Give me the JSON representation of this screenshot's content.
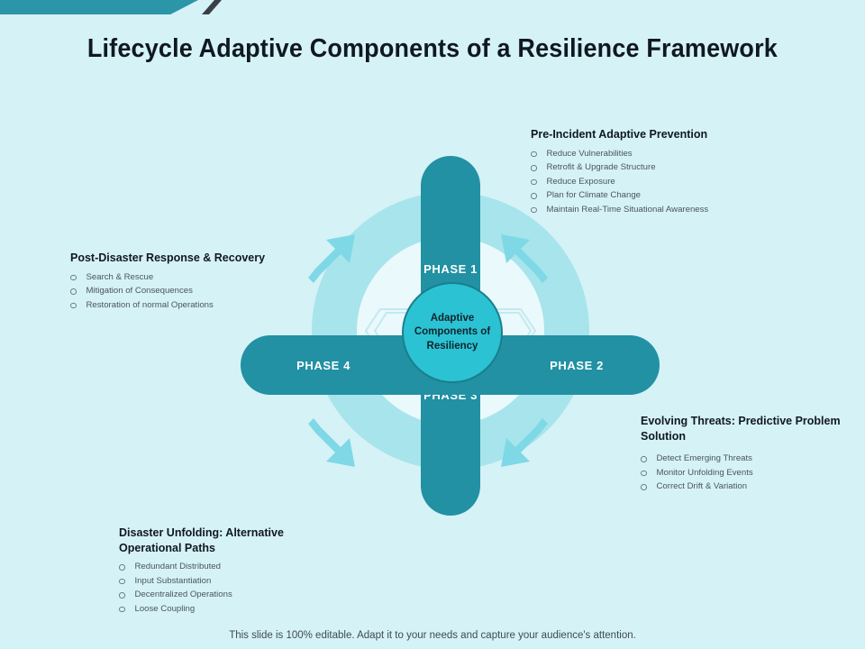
{
  "slide": {
    "title": "Lifecycle Adaptive Components of a Resilience Framework",
    "footer_note": "This slide is 100% editable. Adapt it to your needs and capture your audience's attention."
  },
  "colors": {
    "background": "#d5f2f7",
    "pill": "#2191a3",
    "ring_outer": "#a8e4ec",
    "ring_inner": "#eaf9fb",
    "centre": "#2bc3d4",
    "arrow": "#7fd8e6",
    "accent_bar": "#2a96a8",
    "title_text": "#101820",
    "body_text": "#4a5560"
  },
  "diagram": {
    "centre_label": "Adaptive Components of Resiliency",
    "centre_lines": [
      "Adaptive",
      "Components of",
      "Resiliency"
    ],
    "phases": [
      {
        "id": "phase-1",
        "label": "PHASE 1"
      },
      {
        "id": "phase-2",
        "label": "PHASE 2"
      },
      {
        "id": "phase-3",
        "label": "PHASE 3"
      },
      {
        "id": "phase-4",
        "label": "PHASE 4"
      }
    ]
  },
  "callouts": [
    {
      "id": "pre-incident-adaptive-prevention",
      "heading": "Pre-Incident Adaptive Prevention",
      "items": [
        "Reduce Vulnerabilities",
        "Retrofit & Upgrade Structure",
        "Reduce Exposure",
        "Plan for Climate Change",
        "Maintain Real-Time Situational Awareness"
      ]
    },
    {
      "id": "post-disaster-response-recovery",
      "heading": "Post-Disaster Response & Recovery",
      "items": [
        "Search & Rescue",
        "Mitigation of Consequences",
        "Restoration of normal Operations"
      ]
    },
    {
      "id": "evolving-threats-predictive-problem-solution",
      "heading": "Evolving Threats: Predictive Problem Solution",
      "items": [
        "Detect Emerging Threats",
        "Monitor Unfolding Events",
        "Correct Drift & Variation"
      ]
    },
    {
      "id": "disaster-unfolding-alternative-operational-paths",
      "heading": "Disaster Unfolding: Alternative Operational Paths",
      "items": [
        "Redundant Distributed",
        "Input Substantiation",
        "Decentralized Operations",
        "Loose Coupling"
      ]
    }
  ]
}
